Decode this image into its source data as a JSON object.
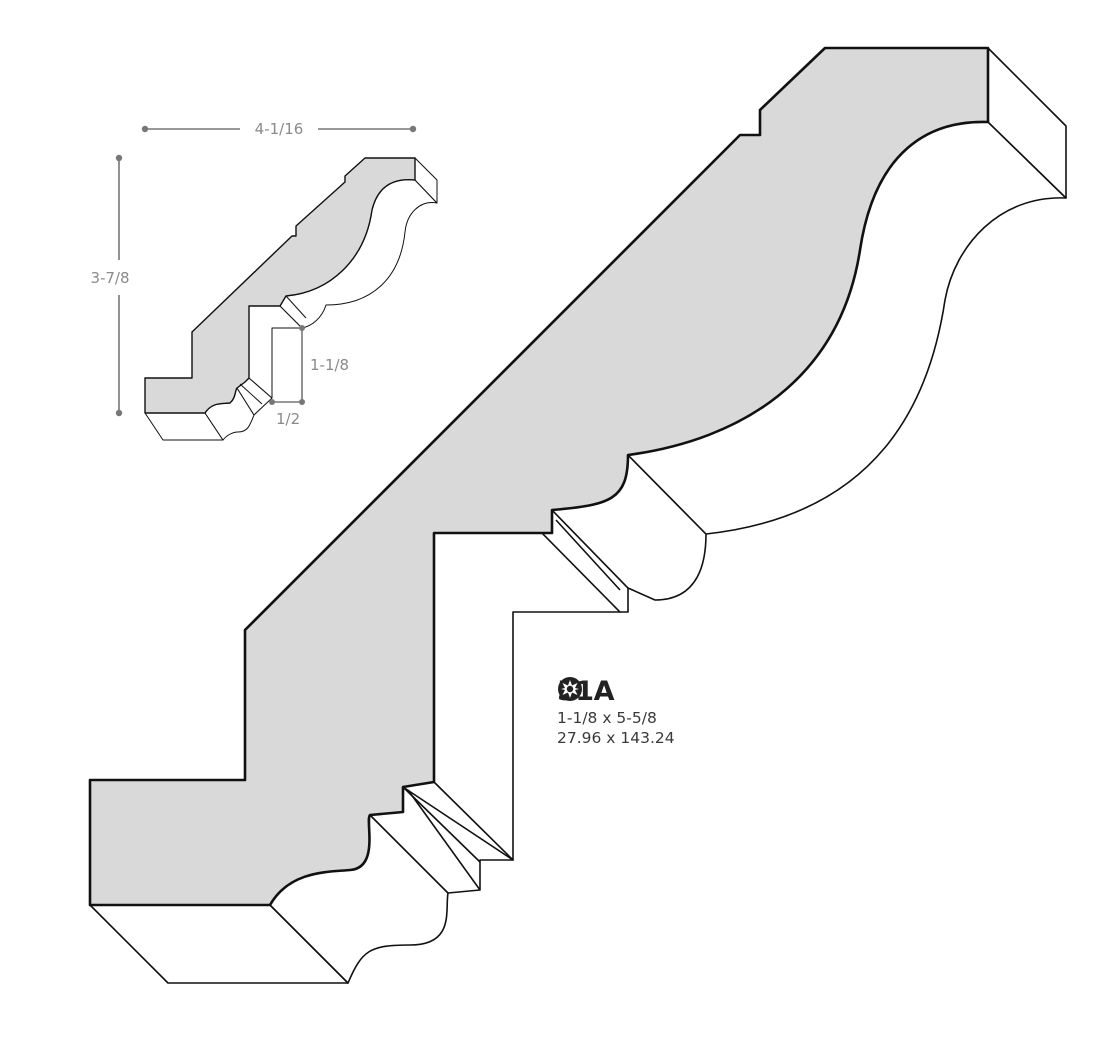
{
  "thumbnail": {
    "width_label": "4-1/16",
    "height_label": "3-7/8",
    "detail_height_label": "1-1/8",
    "detail_width_label": "1/2"
  },
  "product": {
    "model": "51A",
    "size_imperial": "1-1/8 x 5-5/8",
    "size_metric": "27.96 x 143.24",
    "badge_icon": "star-burst-icon"
  },
  "colors": {
    "profile_fill": "#d9d9d9",
    "outline": "#111111",
    "dimension": "#777777"
  }
}
